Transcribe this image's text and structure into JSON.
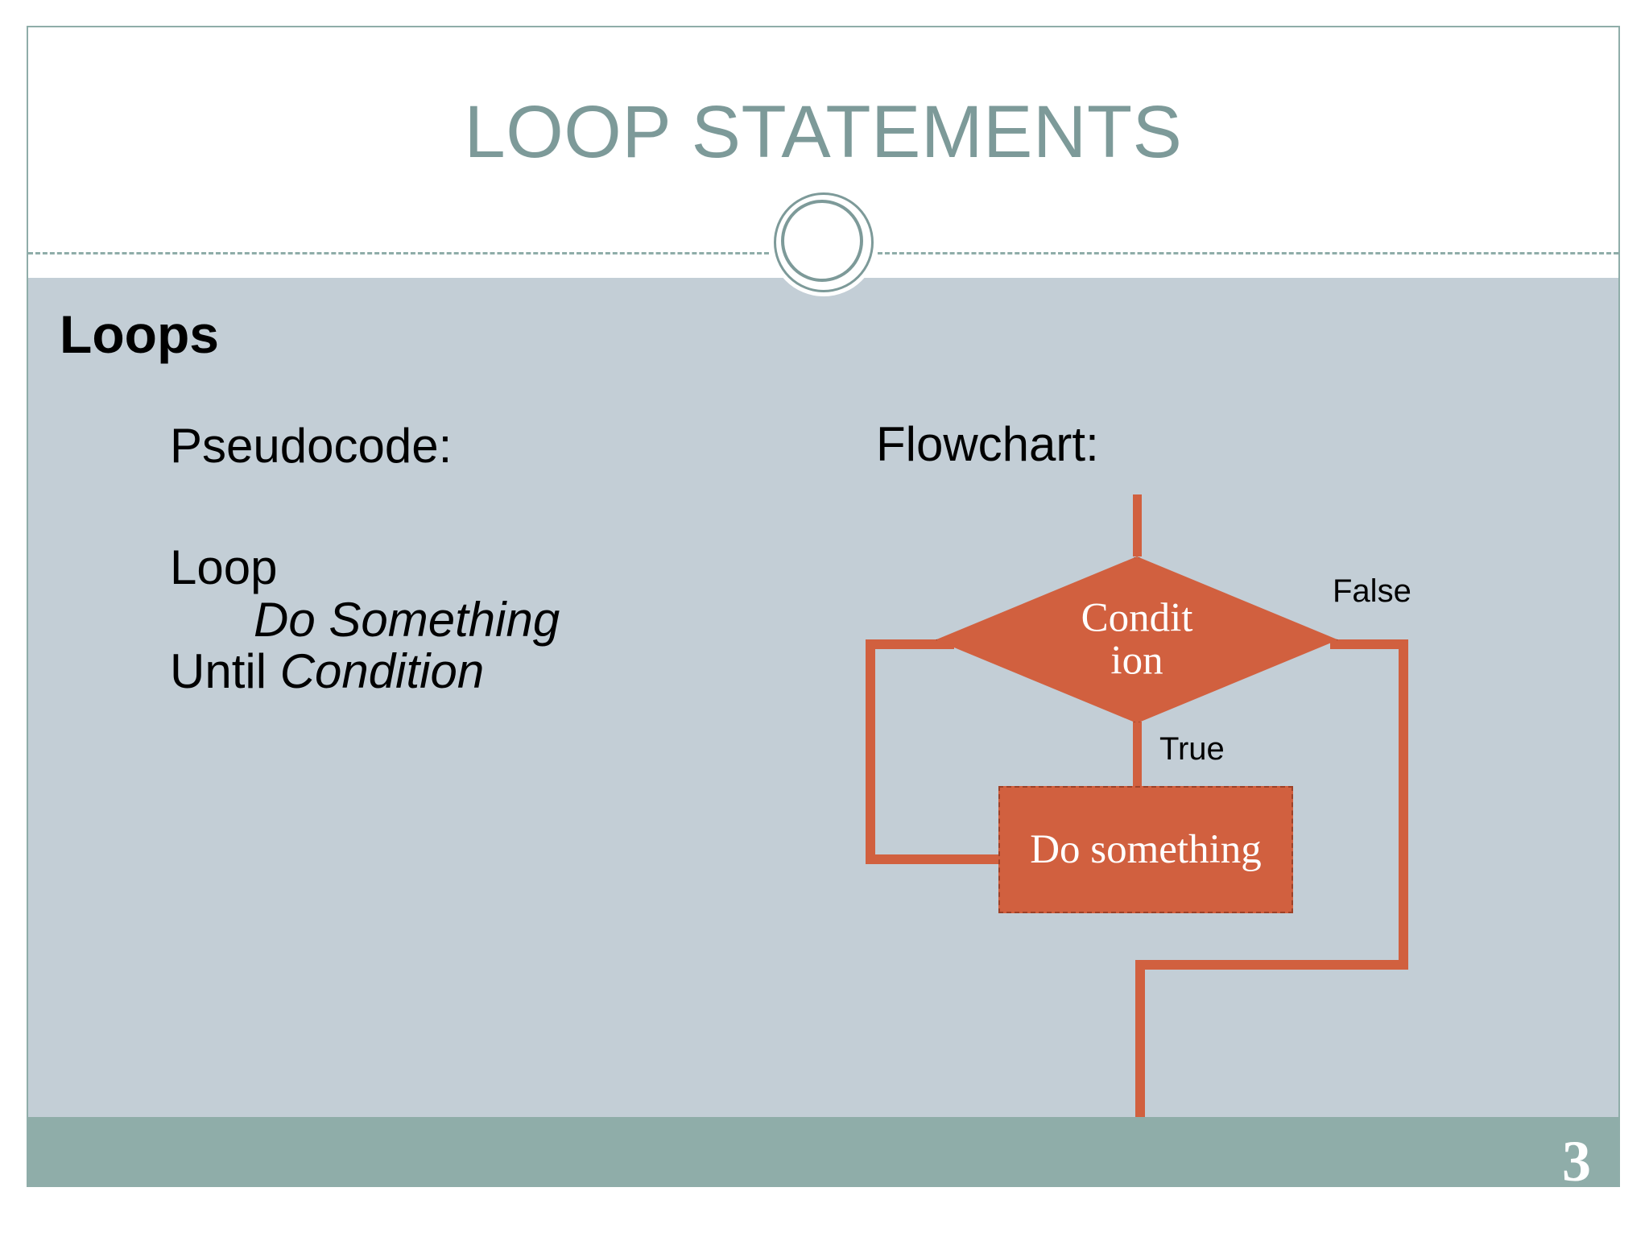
{
  "slide": {
    "title": "LOOP STATEMENTS",
    "page_number": "3",
    "heading": "Loops"
  },
  "colors": {
    "title_teal": "#7d9a99",
    "body_bluegray": "#c3ced6",
    "footer_sage": "#8fada9",
    "flow_orange": "#d1603f",
    "flow_border": "#9e4127",
    "text_black": "#000000",
    "shape_text": "#ffffff"
  },
  "pseudocode": {
    "label": "Pseudocode:",
    "line_loop": "Loop",
    "line_do_something": "Do Something",
    "line_until_prefix": "Until ",
    "line_until_condition": "Condition"
  },
  "flowchart": {
    "label": "Flowchart:",
    "nodes": {
      "condition": "Conditio\nn",
      "condition_text": "Condition",
      "do_something": "Do something"
    },
    "edges": {
      "false": "False",
      "true": "True"
    }
  },
  "ornament": {
    "icon": "double-circle-ornament"
  }
}
